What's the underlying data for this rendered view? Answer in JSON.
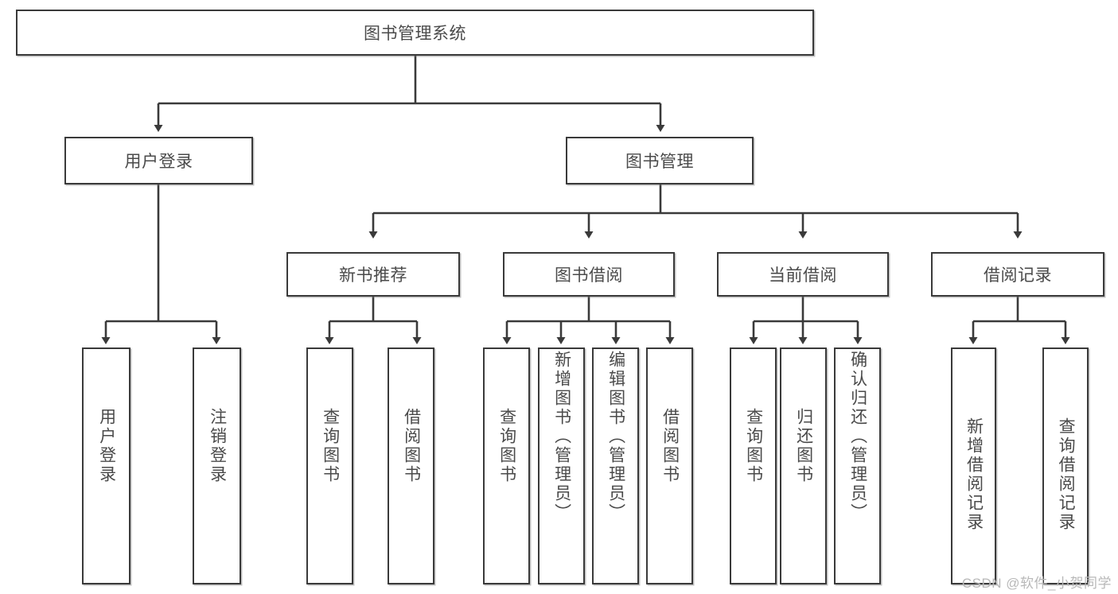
{
  "diagram": {
    "title": "图书管理系统",
    "type": "tree-hierarchy",
    "root": {
      "id": "root",
      "label": "图书管理系统"
    },
    "level1": [
      {
        "id": "user-login",
        "label": "用户登录"
      },
      {
        "id": "book-management",
        "label": "图书管理"
      }
    ],
    "level2": [
      {
        "id": "new-book-recommend",
        "label": "新书推荐",
        "parent": "book-management"
      },
      {
        "id": "book-borrow",
        "label": "图书借阅",
        "parent": "book-management"
      },
      {
        "id": "current-borrow",
        "label": "当前借阅",
        "parent": "book-management"
      },
      {
        "id": "borrow-record",
        "label": "借阅记录",
        "parent": "book-management"
      }
    ],
    "leaves": {
      "user_login": [
        {
          "id": "leaf-user-login",
          "label": "用户登录"
        },
        {
          "id": "leaf-logout",
          "label": "注销登录"
        }
      ],
      "new_book_recommend": [
        {
          "id": "leaf-query-book-1",
          "label": "查询图书"
        },
        {
          "id": "leaf-borrow-book-1",
          "label": "借阅图书"
        }
      ],
      "book_borrow": [
        {
          "id": "leaf-query-book-2",
          "label": "查询图书"
        },
        {
          "id": "leaf-add-book",
          "label": "新增图书（管理员）"
        },
        {
          "id": "leaf-edit-book",
          "label": "编辑图书（管理员）"
        },
        {
          "id": "leaf-borrow-book-2",
          "label": "借阅图书"
        }
      ],
      "current_borrow": [
        {
          "id": "leaf-query-book-3",
          "label": "查询图书"
        },
        {
          "id": "leaf-return-book",
          "label": "归还图书"
        },
        {
          "id": "leaf-confirm-return",
          "label": "确认归还（管理员）"
        }
      ],
      "borrow_record": [
        {
          "id": "leaf-add-record",
          "label": "新增借阅记录"
        },
        {
          "id": "leaf-query-record",
          "label": "查询借阅记录"
        }
      ]
    }
  },
  "watermark": {
    "text": "CSDN @软件_小贺同学"
  },
  "colors": {
    "border": "#3a3a3a",
    "text": "#4a4a4a",
    "background": "#ffffff",
    "watermark": "#b8b8b8"
  }
}
